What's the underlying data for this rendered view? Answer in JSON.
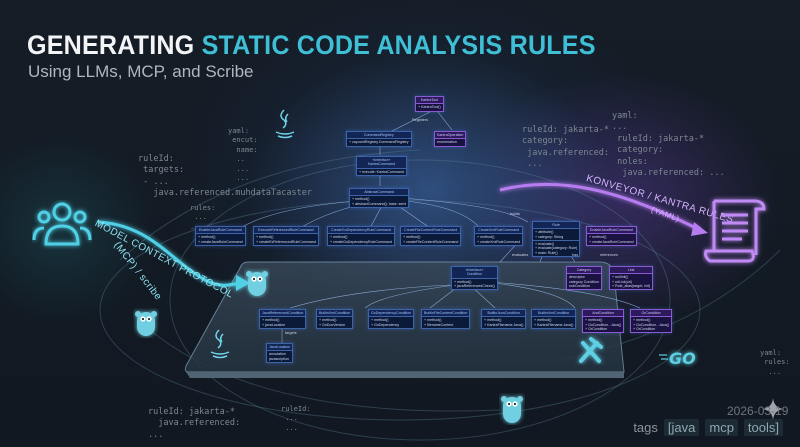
{
  "header": {
    "title_plain": "GENERATING",
    "title_accent": "STATIC CODE ANALYSIS RULES",
    "subtitle": "Using LLMs, MCP, and Scribe"
  },
  "colors": {
    "accent": "#3fbfd6",
    "purple": "#b77cf0",
    "background": "#131a22"
  },
  "flows": {
    "mcp_line1": "MODEL CONTEXT PROTOCOL",
    "mcp_line2": "(MCP) / scribe",
    "konveyor_line1": "KONVEYOR / KANTRA RULES",
    "konveyor_line2": "(YAML)"
  },
  "yaml_snippets": {
    "top_left_a": [
      "yaml:",
      " encut:",
      "  name:",
      "  ..",
      "  ...",
      "  ..."
    ],
    "top_left_b": [
      "ruleId:",
      " targets:",
      " - ...",
      "   java.referenced.muhdataTacaster"
    ],
    "mid_left": [
      "rules:",
      " ...",
      "..."
    ],
    "top_right_a": [
      "ruleId: jakarta-*",
      "category:",
      " java.referenced:",
      " ..."
    ],
    "top_right_b": [
      "yaml:",
      "...",
      " ruleId: jakarta-*",
      " category:",
      " noles:",
      "  java.referenced: ..."
    ],
    "bottom_left": [
      "ruleId: jakarta-*",
      "  java.referenced:",
      "..."
    ],
    "bottom_mid": [
      "ruleId:",
      " ...",
      " ..."
    ],
    "right_edge": [
      "yaml:",
      " rules:",
      "  ..."
    ]
  },
  "uml": {
    "kantra_tool": {
      "name": "KantraTool",
      "members": [
        "+ KantraTool()"
      ]
    },
    "kantra_operation": {
      "name": "KantraOperation",
      "members": [
        "enumeration"
      ]
    },
    "command_registry": {
      "name": "CommandRegistry",
      "members": [
        "+ cayoordRegistry.CommandRegistry"
      ]
    },
    "kantra_command": {
      "name": "«interface»\nKantraCommand",
      "members": [
        "+ execute: KantraCommand"
      ]
    },
    "abstract_command": {
      "name": "AbstractCommand",
      "members": [
        "+ method()",
        "+ abstractCommand(): base: semi"
      ]
    },
    "commands": [
      {
        "name": "EnableJavaRuleCommand",
        "members": [
          "+ method()",
          "+ createJavaRuleCommand"
        ]
      },
      {
        "name": "ExecuteReferencedRuleCommand",
        "members": [
          "+ method()",
          "+ createExReferencedRuleCommand"
        ]
      },
      {
        "name": "CreateGoDependencyRuleCommand",
        "members": [
          "+ method()",
          "+ createGoDependencyRuleCommand"
        ]
      },
      {
        "name": "CreateFileContentRuleCommand",
        "members": [
          "+ method()",
          "+ createFileContentRuleCommand"
        ]
      },
      {
        "name": "CreateXmlRuleCommand",
        "members": [
          "+ method()",
          "+ createXmlRuleCommand"
        ]
      },
      {
        "name": "EnableJavaRuleCommand",
        "members": [
          "+ method()",
          "+ createJavaRuleCommand"
        ]
      }
    ],
    "rule": {
      "name": "Rule",
      "attrs": [
        "+ attribute()",
        "+ category: String"
      ],
      "members": [
        "+ evaluate()",
        "+ evaluate(category: Rule)",
        "+ main: Rule()"
      ]
    },
    "condition": {
      "name": "«interface»\nCondition",
      "members": [
        "+ method()",
        "+ javaReferencedCheck()"
      ]
    },
    "category": {
      "name": "Category",
      "members": [
        "descriptor",
        "category Condition",
        "subCondition"
      ]
    },
    "link": {
      "name": "Link",
      "members": [
        "+ nullInit()",
        "+ uriLink(url)",
        "+ Rule_alias(target, Init)"
      ]
    },
    "conditions": [
      {
        "name": "JavaReferencedCondition",
        "members": [
          "+ method()",
          "+ javaLocation"
        ]
      },
      {
        "name": "BuiltinXmlCondition",
        "members": [
          "+ method()",
          "+ GoDocVersion"
        ]
      },
      {
        "name": "GoDependencyCondition",
        "members": [
          "+ method()",
          "+ GoDependency"
        ]
      },
      {
        "name": "BuiltinFileContentCondition",
        "members": [
          "+ method()",
          "+ filenameContent"
        ]
      },
      {
        "name": "BuiltinJsonCondition",
        "members": [
          "+ method()",
          "+ KantraFilename.Java()"
        ]
      },
      {
        "name": "BuiltinXmlCondition",
        "members": [
          "+ method()",
          "+ KantraFilename.Java()"
        ]
      },
      {
        "name": "AndCondition",
        "members": [
          "+ method()",
          "+ GoCondition...Java()",
          "+ OrCondition"
        ]
      },
      {
        "name": "OrCondition",
        "members": [
          "+ method()",
          "+ GoCondition...Java()",
          "+ OrCondition"
        ]
      }
    ],
    "java_location": {
      "name": "JavaLocation",
      "members": [
        "annotation",
        "javascription"
      ]
    },
    "relations": {
      "registers": "Registers",
      "builds": "builds",
      "evaluates": "evaluates",
      "has": "has",
      "references": "references",
      "targets": "targets"
    }
  },
  "footer": {
    "date": "2026-03-19",
    "tags_label": "tags",
    "tags": [
      "[java",
      "mcp",
      "tools]"
    ]
  },
  "icons": [
    "users-icon",
    "java-icon",
    "gopher-icon",
    "go-logo-icon",
    "tools-icon",
    "scroll-document-icon",
    "sparkle-icon"
  ]
}
